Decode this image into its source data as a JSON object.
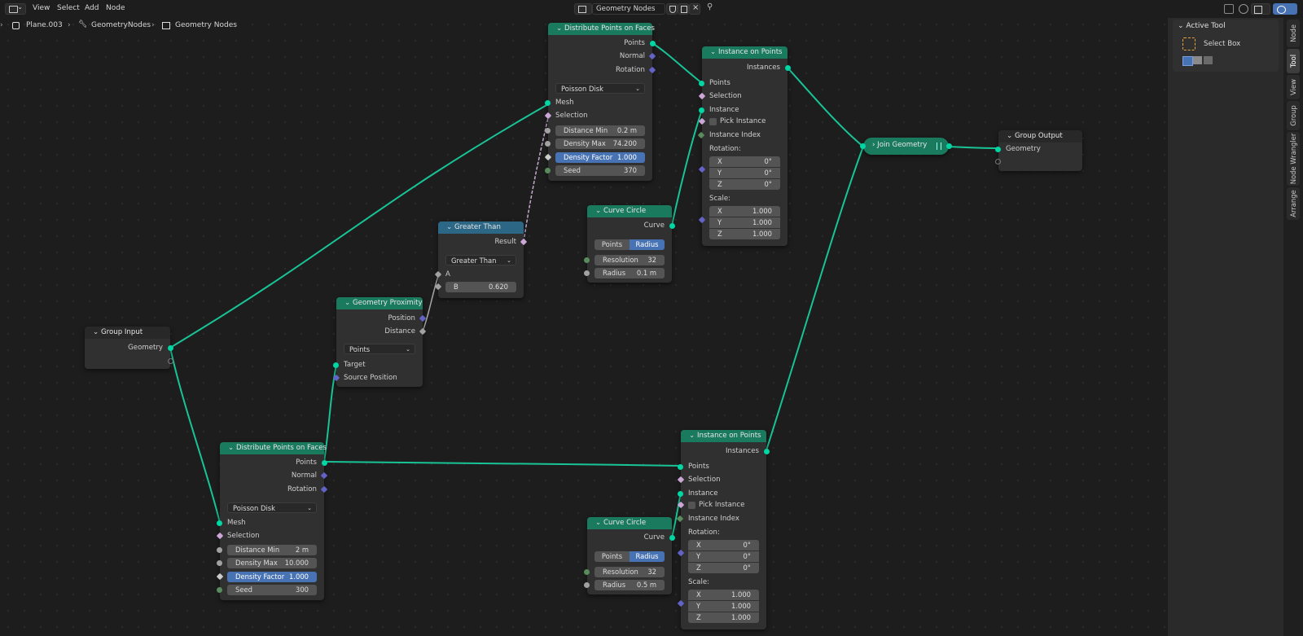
{
  "header": {
    "menus": [
      "View",
      "Select",
      "Add",
      "Node"
    ],
    "tree_name": "Geometry Nodes"
  },
  "breadcrumb": [
    "Plane.003",
    "GeometryNodes",
    "Geometry Nodes"
  ],
  "sidebar": {
    "panel_title": "Active Tool",
    "tool_name": "Select Box",
    "tabs": [
      "Node",
      "Tool",
      "View",
      "Group",
      "Node Wrangler",
      "Arrange"
    ]
  },
  "colors": {
    "geometry": "#00d6a3",
    "vector": "#6363c7",
    "integer": "#598c5c",
    "float": "#a1a1a1",
    "accent": "#4772b3"
  },
  "nodes": {
    "group_input": {
      "title": "Group Input",
      "out_geometry": "Geometry"
    },
    "group_output": {
      "title": "Group Output",
      "in_geometry": "Geometry"
    },
    "join": {
      "title": "Join Geometry"
    },
    "dist1": {
      "title": "Distribute Points on Faces",
      "points": "Points",
      "normal": "Normal",
      "rotation": "Rotation",
      "mode": "Poisson Disk",
      "mesh": "Mesh",
      "selection": "Selection",
      "dmin_label": "Distance Min",
      "dmin": "0.2 m",
      "dmax_label": "Density Max",
      "dmax": "74.200",
      "dfac_label": "Density Factor",
      "dfac": "1.000",
      "seed_label": "Seed",
      "seed": "370"
    },
    "dist2": {
      "title": "Distribute Points on Faces",
      "points": "Points",
      "normal": "Normal",
      "rotation": "Rotation",
      "mode": "Poisson Disk",
      "mesh": "Mesh",
      "selection": "Selection",
      "dmin_label": "Distance Min",
      "dmin": "2 m",
      "dmax_label": "Density Max",
      "dmax": "10.000",
      "dfac_label": "Density Factor",
      "dfac": "1.000",
      "seed_label": "Seed",
      "seed": "300"
    },
    "inst1": {
      "title": "Instance on Points",
      "instances": "Instances",
      "points": "Points",
      "selection": "Selection",
      "instance": "Instance",
      "pick": "Pick Instance",
      "index": "Instance Index",
      "rot_label": "Rotation:",
      "rx": "0°",
      "ry": "0°",
      "rz": "0°",
      "scale_label": "Scale:",
      "sx": "1.000",
      "sy": "1.000",
      "sz": "1.000"
    },
    "inst2": {
      "title": "Instance on Points",
      "instances": "Instances",
      "points": "Points",
      "selection": "Selection",
      "instance": "Instance",
      "pick": "Pick Instance",
      "index": "Instance Index",
      "rot_label": "Rotation:",
      "rx": "0°",
      "ry": "0°",
      "rz": "0°",
      "scale_label": "Scale:",
      "sx": "1.000",
      "sy": "1.000",
      "sz": "1.000"
    },
    "circ1": {
      "title": "Curve Circle",
      "curve": "Curve",
      "mode_a": "Points",
      "mode_b": "Radius",
      "res_label": "Resolution",
      "res": "32",
      "rad_label": "Radius",
      "rad": "0.1 m"
    },
    "circ2": {
      "title": "Curve Circle",
      "curve": "Curve",
      "mode_a": "Points",
      "mode_b": "Radius",
      "res_label": "Resolution",
      "res": "32",
      "rad_label": "Radius",
      "rad": "0.5 m"
    },
    "greater": {
      "title": "Greater Than",
      "result": "Result",
      "op": "Greater Than",
      "a": "A",
      "b_label": "B",
      "b": "0.620"
    },
    "prox": {
      "title": "Geometry Proximity",
      "position": "Position",
      "distance": "Distance",
      "mode": "Points",
      "target": "Target",
      "source": "Source Position"
    }
  },
  "axis": {
    "x": "X",
    "y": "Y",
    "z": "Z"
  }
}
